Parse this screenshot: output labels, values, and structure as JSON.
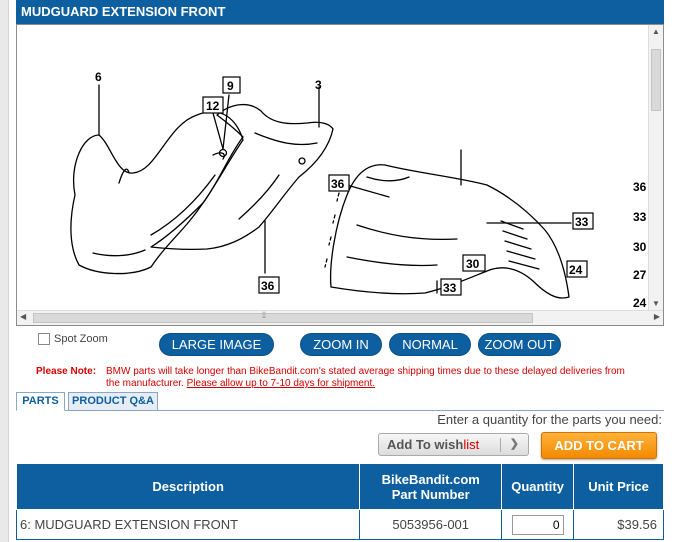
{
  "panel": {
    "title": "MUDGUARD EXTENSION FRONT"
  },
  "diagram": {
    "callouts": [
      "6",
      "9",
      "12",
      "3",
      "36",
      "33",
      "36",
      "30",
      "33",
      "24"
    ],
    "edge_labels": [
      "36",
      "33",
      "30",
      "27",
      "24"
    ]
  },
  "controls": {
    "spot_zoom_label": "Spot Zoom",
    "spot_zoom_checked": false,
    "large_image": "LARGE IMAGE",
    "zoom_in": "ZOOM IN",
    "normal": "NORMAL",
    "zoom_out": "ZOOM OUT"
  },
  "notice": {
    "label": "Please Note:",
    "text": "BMW parts will take longer than BikeBandit.com's stated average shipping times due to these delayed deliveries from the manufacturer.",
    "link": "Please allow up to 7-10 days for shipment."
  },
  "tabs": [
    {
      "label": "PARTS",
      "active": true
    },
    {
      "label": "PRODUCT Q&A",
      "active": false
    }
  ],
  "purchase": {
    "prompt": "Enter a quantity for the parts you need:",
    "wishlist_prefix": "Add To wish",
    "wishlist_suffix": "list",
    "add_to_cart": "ADD TO CART"
  },
  "table": {
    "headers": {
      "description": "Description",
      "part_number_line1": "BikeBandit.com",
      "part_number_line2": "Part Number",
      "quantity": "Quantity",
      "unit_price": "Unit Price"
    },
    "rows": [
      {
        "description": "6: MUDGUARD EXTENSION FRONT",
        "part_number": "5053956-001",
        "quantity": "0",
        "unit_price": "$39.56"
      }
    ]
  },
  "colors": {
    "brand_blue": "#0d5fa0",
    "cart_orange": "#f38a00",
    "notice_red": "#d40000"
  }
}
